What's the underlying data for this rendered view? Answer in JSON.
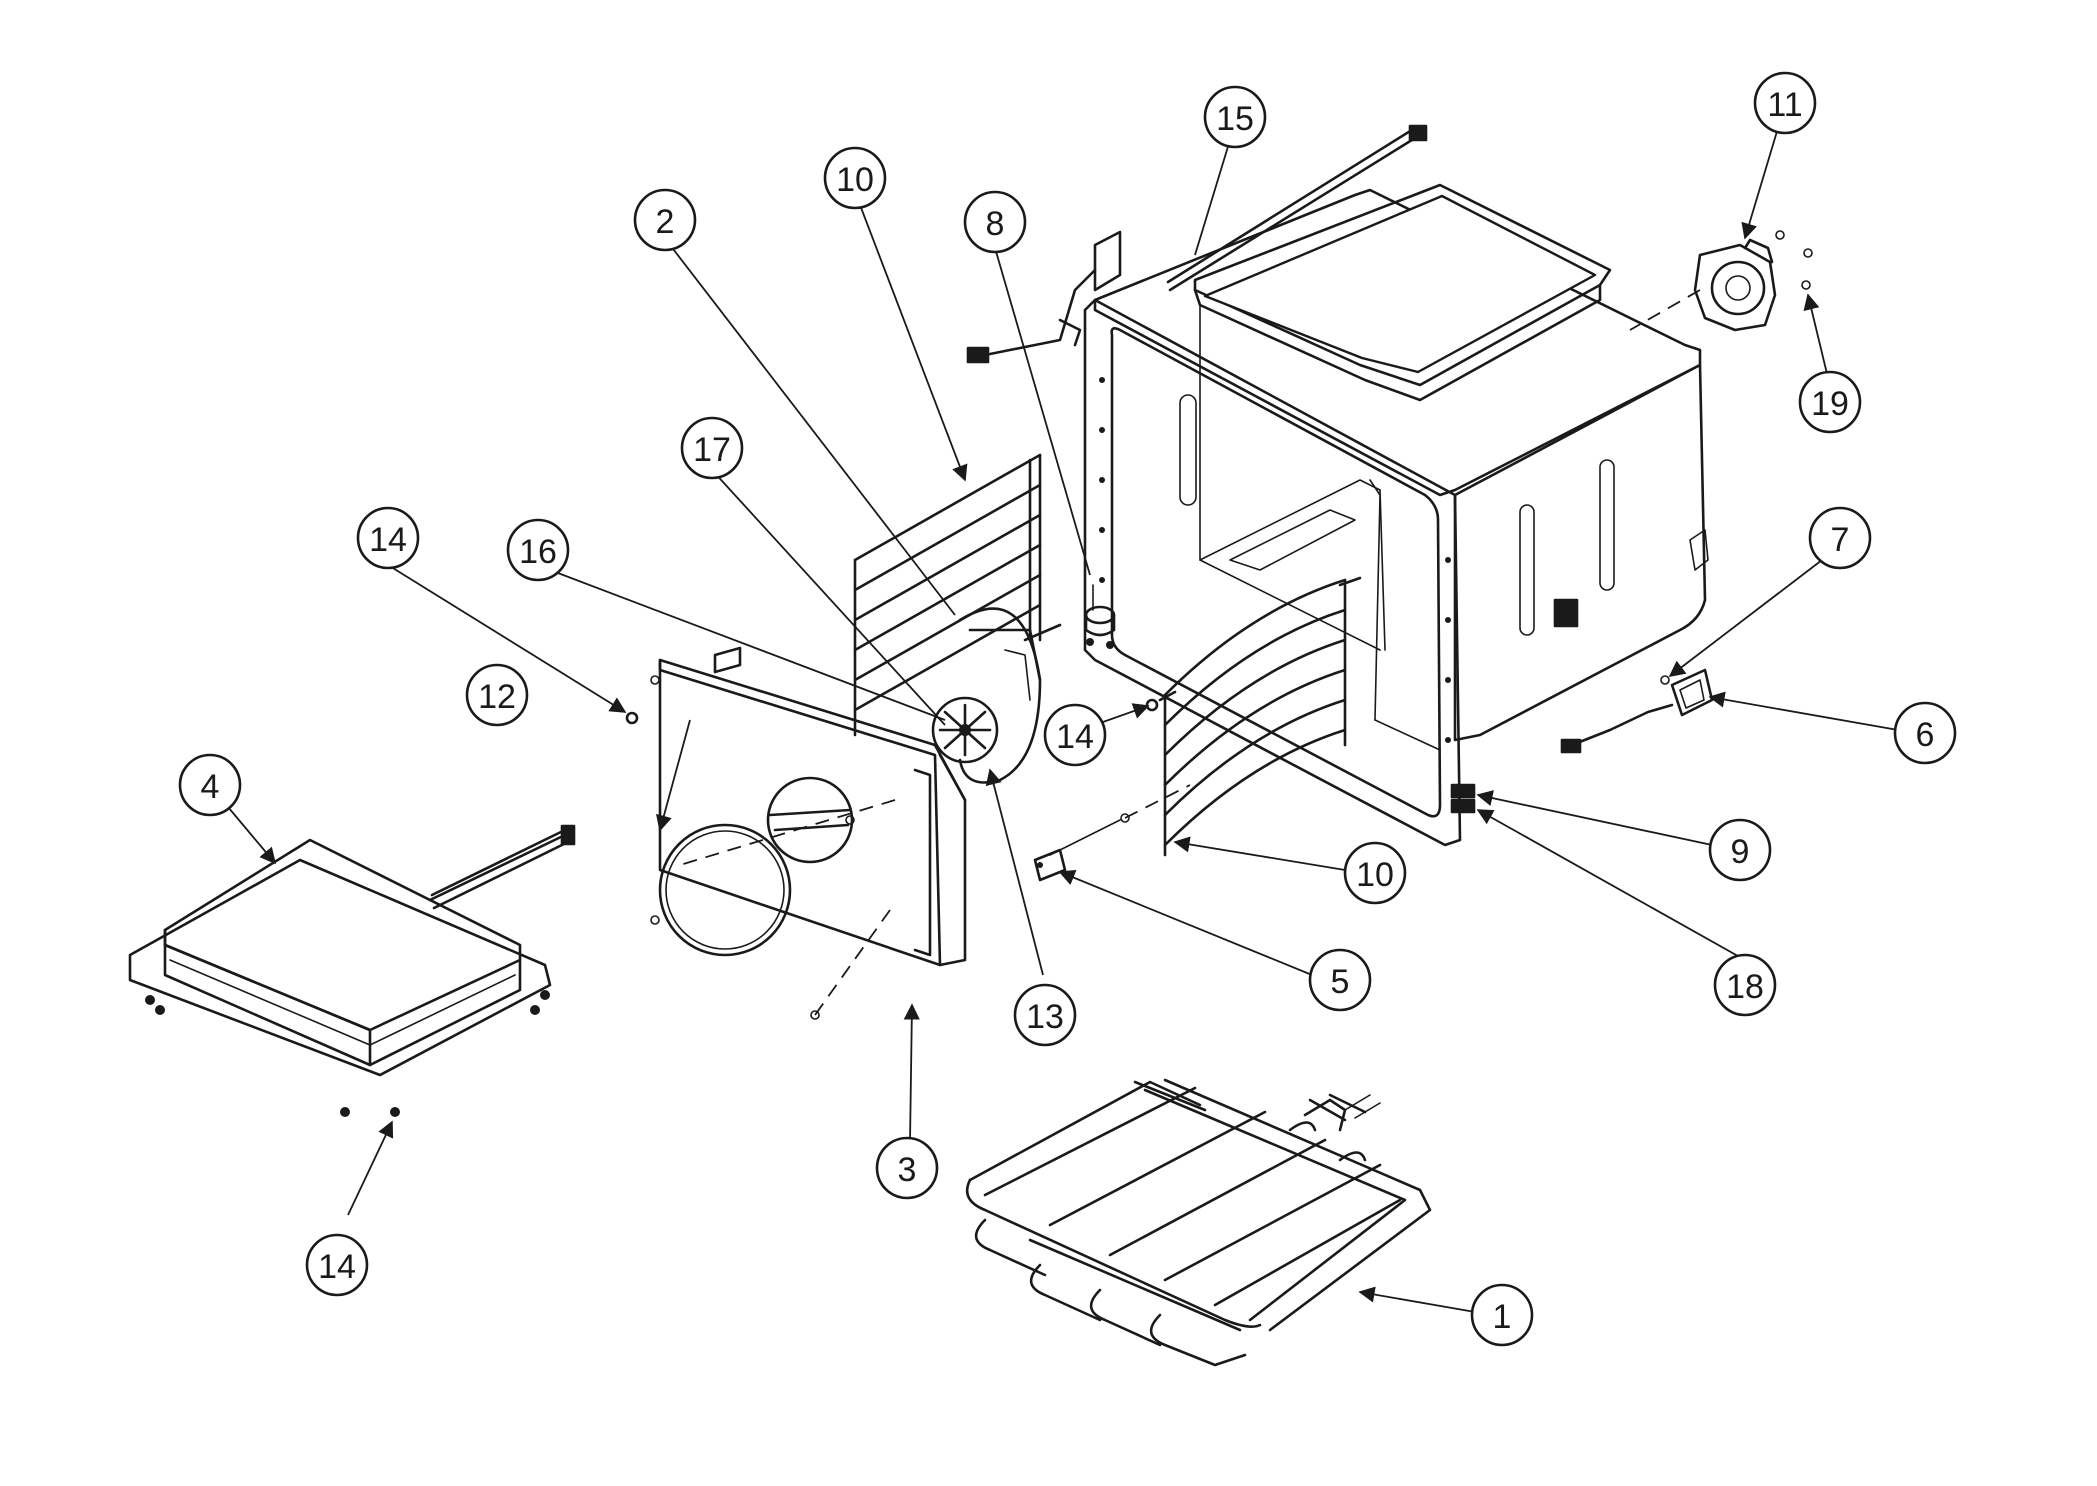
{
  "callouts": [
    {
      "id": "c1",
      "label": "1"
    },
    {
      "id": "c2",
      "label": "2"
    },
    {
      "id": "c3",
      "label": "3"
    },
    {
      "id": "c4",
      "label": "4"
    },
    {
      "id": "c5",
      "label": "5"
    },
    {
      "id": "c6",
      "label": "6"
    },
    {
      "id": "c7",
      "label": "7"
    },
    {
      "id": "c8",
      "label": "8"
    },
    {
      "id": "c9",
      "label": "9"
    },
    {
      "id": "c10a",
      "label": "10"
    },
    {
      "id": "c10b",
      "label": "10"
    },
    {
      "id": "c11",
      "label": "11"
    },
    {
      "id": "c12",
      "label": "12"
    },
    {
      "id": "c13",
      "label": "13"
    },
    {
      "id": "c14a",
      "label": "14"
    },
    {
      "id": "c14b",
      "label": "14"
    },
    {
      "id": "c14c",
      "label": "14"
    },
    {
      "id": "c15",
      "label": "15"
    },
    {
      "id": "c16",
      "label": "16"
    },
    {
      "id": "c17",
      "label": "17"
    },
    {
      "id": "c18",
      "label": "18"
    },
    {
      "id": "c19",
      "label": "19"
    }
  ]
}
